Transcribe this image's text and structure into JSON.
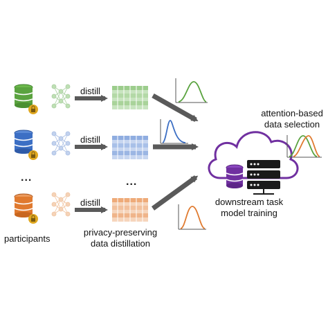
{
  "labels": {
    "distill_1": "distill",
    "distill_2": "distill",
    "distill_3": "distill",
    "participants": "participants",
    "privacy_line1": "privacy-preserving",
    "privacy_line2": "data distillation",
    "attention_line1": "attention-based",
    "attention_line2": "data selection",
    "downstream_line1": "downstream task",
    "downstream_line2": "model training",
    "ellipsis_left": "...",
    "ellipsis_mid": "..."
  },
  "colors": {
    "green": "#5aa33f",
    "blue": "#3c6fc4",
    "orange": "#e07a2f",
    "purple": "#7030a0",
    "lock": "#e0a820",
    "arrow": "#5a5a5a",
    "server": "#1a1a1a"
  },
  "icons": [
    "database-icon",
    "lock-icon",
    "neural-network-icon",
    "data-grid-icon",
    "distribution-curve-icon",
    "cloud-icon",
    "server-icon",
    "arrow-icon"
  ]
}
